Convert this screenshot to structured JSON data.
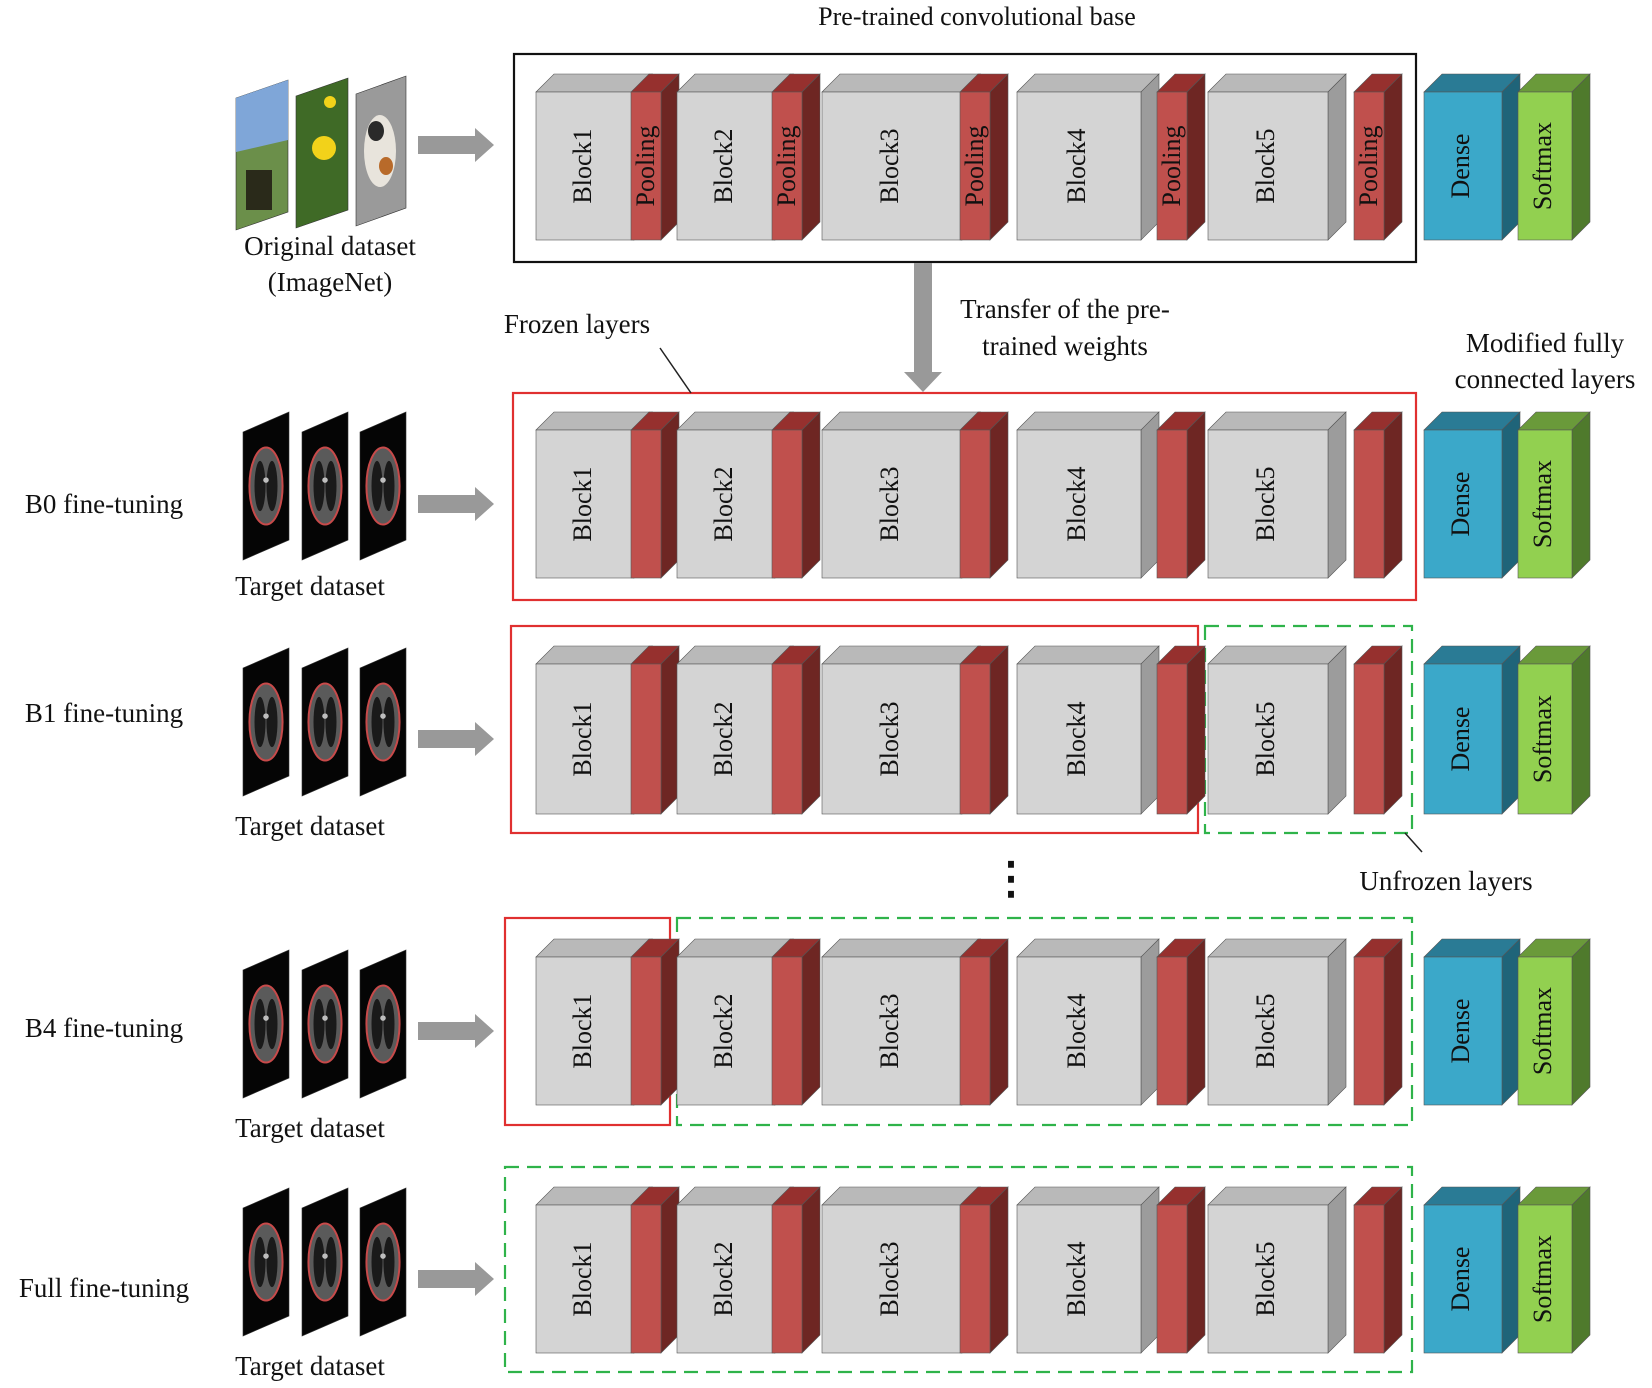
{
  "title": "Pre-trained convolutional base",
  "source": {
    "label_line1": "Original dataset",
    "label_line2": "(ImageNet)"
  },
  "transfer_label_line1": "Transfer of the pre-",
  "transfer_label_line2": "trained weights",
  "frozen_label": "Frozen layers",
  "unfrozen_label": "Unfrozen layers",
  "fc_label_line1": "Modified fully",
  "fc_label_line2": "connected layers",
  "ellipsis": "⋮",
  "target_label": "Target dataset",
  "block_names": [
    "Block1",
    "Block2",
    "Block3",
    "Block4",
    "Block5"
  ],
  "pooling_label": "Pooling",
  "dense_label": "Dense",
  "softmax_label": "Softmax",
  "rows": [
    {
      "id": "base",
      "label": "",
      "frozen_blocks": 0,
      "pooling_labels": true
    },
    {
      "id": "b0",
      "label": "B0 fine-tuning",
      "frozen_blocks": 5,
      "pooling_labels": false
    },
    {
      "id": "b1",
      "label": "B1 fine-tuning",
      "frozen_blocks": 4,
      "pooling_labels": false
    },
    {
      "id": "b4",
      "label": "B4 fine-tuning",
      "frozen_blocks": 1,
      "pooling_labels": false
    },
    {
      "id": "full",
      "label": "Full fine-tuning",
      "frozen_blocks": 0,
      "pooling_labels": false
    }
  ],
  "colors": {
    "block_front": "#d4d4d4",
    "block_top": "#b9b9b9",
    "block_side": "#9c9c9c",
    "pool_front": "#c0504d",
    "pool_top": "#96302e",
    "pool_side": "#6e2623",
    "dense_front": "#3ba8c9",
    "dense_top": "#2a7b95",
    "dense_side": "#1f6479",
    "softmax_front": "#92d050",
    "softmax_top": "#6a9a3a",
    "softmax_side": "#4f7a2c",
    "frozen_border": "#e03030",
    "unfrozen_border": "#2fb34a",
    "arrow": "#999999"
  }
}
